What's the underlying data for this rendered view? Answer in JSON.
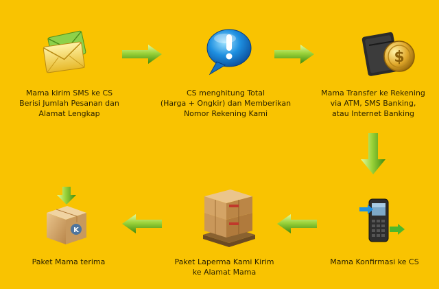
{
  "steps": [
    {
      "icon": "envelope-icon",
      "lines": [
        "Mama kirim SMS ke CS",
        "Berisi Jumlah Pesanan dan",
        "Alamat Lengkap"
      ]
    },
    {
      "icon": "exclamation-bubble-icon",
      "lines": [
        "CS menghitung Total",
        "(Harga + Ongkir) dan Memberikan",
        "Nomor Rekening Kami"
      ]
    },
    {
      "icon": "wallet-coin-icon",
      "lines": [
        "Mama Transfer ke Rekening",
        "via ATM, SMS Banking,",
        "atau Internet Banking"
      ]
    },
    {
      "icon": "mobile-phone-icon",
      "lines": [
        "Mama Konfirmasi ke CS"
      ]
    },
    {
      "icon": "pallet-boxes-icon",
      "lines": [
        "Paket Laperma Kami Kirim",
        "ke Alamat Mama"
      ]
    },
    {
      "icon": "received-box-icon",
      "lines": [
        "Paket Mama terima"
      ]
    }
  ],
  "colors": {
    "background": "#F9C301",
    "arrow_light": "#D4F07A",
    "arrow_dark": "#4E9A12"
  }
}
